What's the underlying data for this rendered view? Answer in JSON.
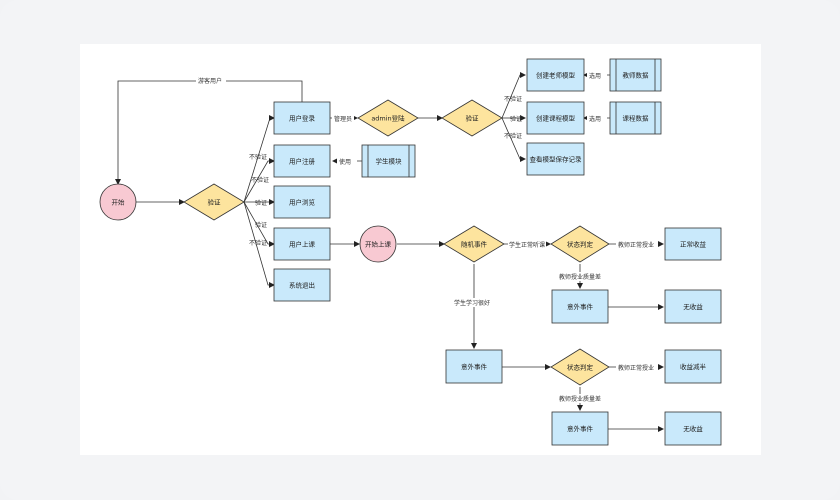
{
  "nodes": {
    "start": "开始",
    "verify_diamond": "验证",
    "user_login": "用户登录",
    "admin_diamond": "admin登陆",
    "verify2_diamond": "验证",
    "create_teacher": "创建老师模型",
    "create_course": "创建课程模型",
    "view_manage": "查看模型保存记录",
    "teacher_data": "教师数据",
    "course_data": "课程数据",
    "user_register": "用户注册",
    "student_data": "学生模块",
    "user_browse": "用户浏览",
    "user_upload": "用户上课",
    "system_exit": "系统退出",
    "start_class": "开始上课",
    "random_event": "随机事件",
    "status_judge1": "状态判定",
    "normal_income": "正常收益",
    "accident1": "意外事件",
    "no_income1": "无收益",
    "accident_mid": "意外事件",
    "status_judge2": "状态判定",
    "income_half": "收益减半",
    "accident2": "意外事件",
    "no_income2": "无收益"
  },
  "edges": {
    "visitor": "游客用户",
    "not_verify1": "不验证",
    "not_verify2": "不验证",
    "verify_a": "验证",
    "verify_b": "验证",
    "not_verify3": "不验证",
    "manager": "管理员",
    "not_verify4": "不验证",
    "verify_c": "验证",
    "not_verify5": "不验证",
    "use1": "选用",
    "use2": "选用",
    "use3": "使用",
    "student_take": "学生正常听课",
    "teacher_normal": "教师正常授业",
    "teacher_quality1": "教师授业质量差",
    "student_learn": "学生学习很好",
    "teacher_good": "教师正常授业",
    "teacher_quality2": "教师授业质量差"
  }
}
